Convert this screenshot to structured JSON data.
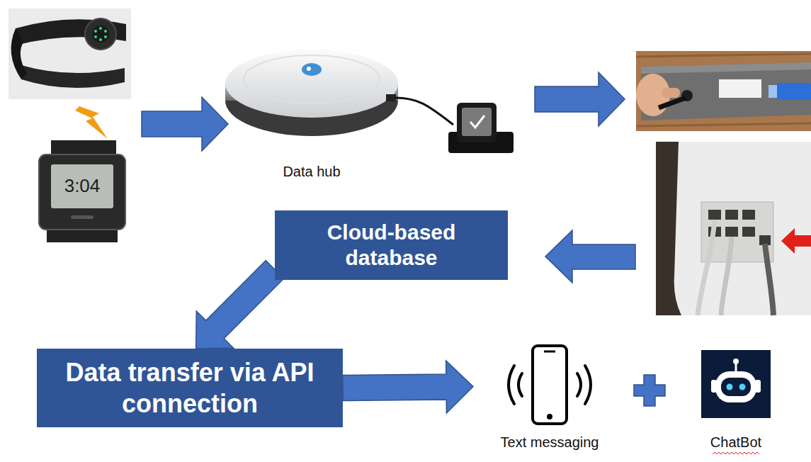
{
  "diagram": {
    "nodes": [
      {
        "text": [
          "Data hub"
        ]
      },
      {
        "text": [
          "Cloud-based database"
        ]
      },
      {
        "text": [
          "Data transfer via API connection"
        ]
      },
      {
        "text": [
          "Text messaging"
        ]
      },
      {
        "text": [
          "ChatBot"
        ]
      }
    ],
    "edges": [
      {
        "from": 1,
        "to": 2,
        "arrow": "to"
      },
      {
        "from": 2,
        "to": 3,
        "arrow": "to"
      }
    ],
    "labels": [
      "3:04"
    ]
  }
}
